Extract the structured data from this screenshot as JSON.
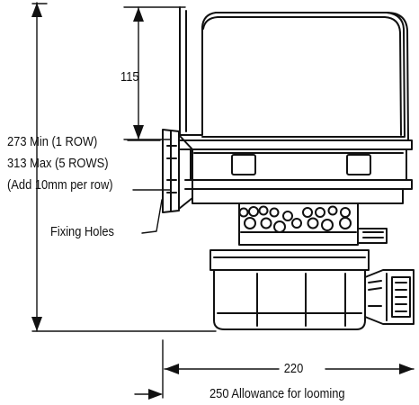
{
  "dimensions": {
    "height_upper": "115",
    "height_min": "273 Min (1 ROW)",
    "height_max": "313 Max (5 ROWS)",
    "per_row_note": "(Add 10mm per row)",
    "width": "220",
    "looming_allowance": "250 Allowance for looming"
  },
  "labels": {
    "fixing_holes": "Fixing Holes"
  }
}
